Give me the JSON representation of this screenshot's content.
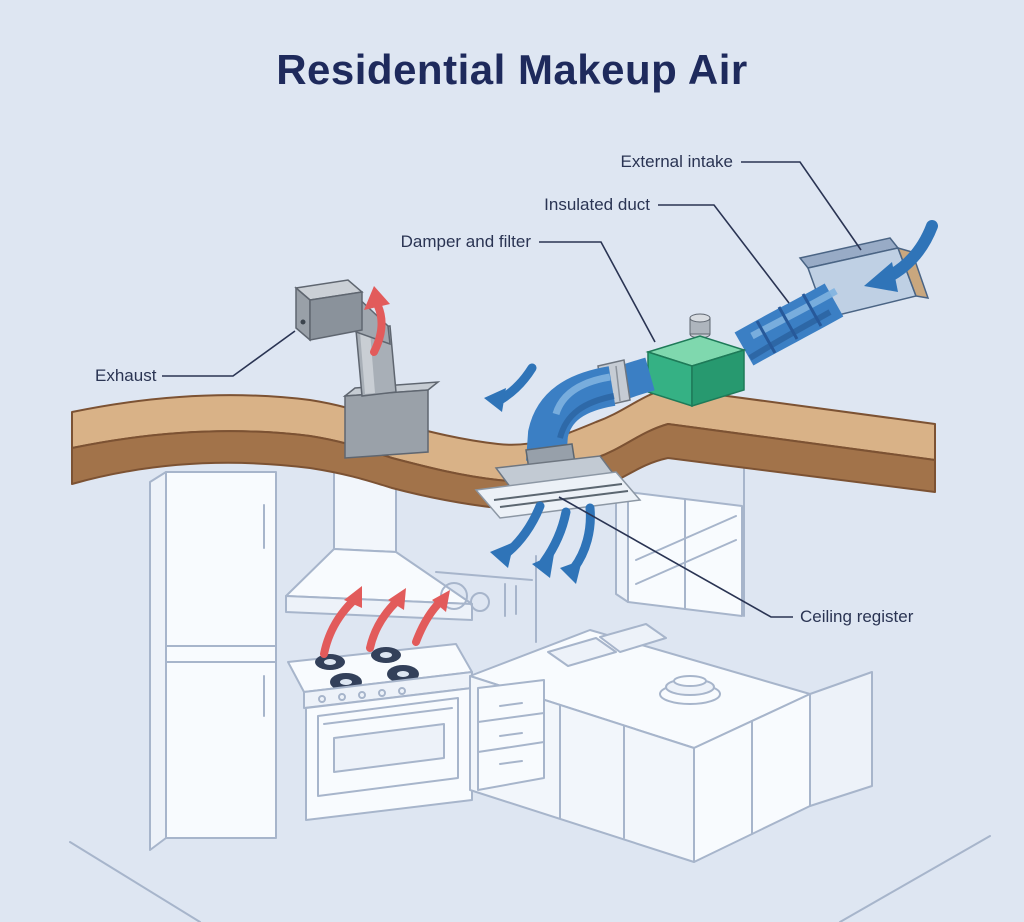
{
  "title": "Residential Makeup Air",
  "labels": {
    "external_intake": "External intake",
    "insulated_duct": "Insulated duct",
    "damper_filter": "Damper and filter",
    "exhaust": "Exhaust",
    "ceiling_register": "Ceiling register"
  },
  "colors": {
    "background": "#DEE6F2",
    "title_text": "#1E2A5C",
    "label_text": "#2A3453",
    "leader_line": "#2A3453",
    "ceiling_top": "#D9B287",
    "ceiling_front": "#A2734A",
    "duct_blue": "#3B7FC4",
    "duct_blue_dark": "#2A5F9C",
    "duct_blue_light": "#7FB3E0",
    "damper_green_top": "#7FD8AE",
    "damper_green_front": "#35B184",
    "damper_green_side": "#27996F",
    "metal_gray": "#9AA1A9",
    "metal_gray_light": "#C9CED4",
    "register_white": "#ECF1F7",
    "arrow_red": "#E25B5B",
    "arrow_blue": "#2F74B8",
    "kitchen_line": "#A7B5CB"
  }
}
